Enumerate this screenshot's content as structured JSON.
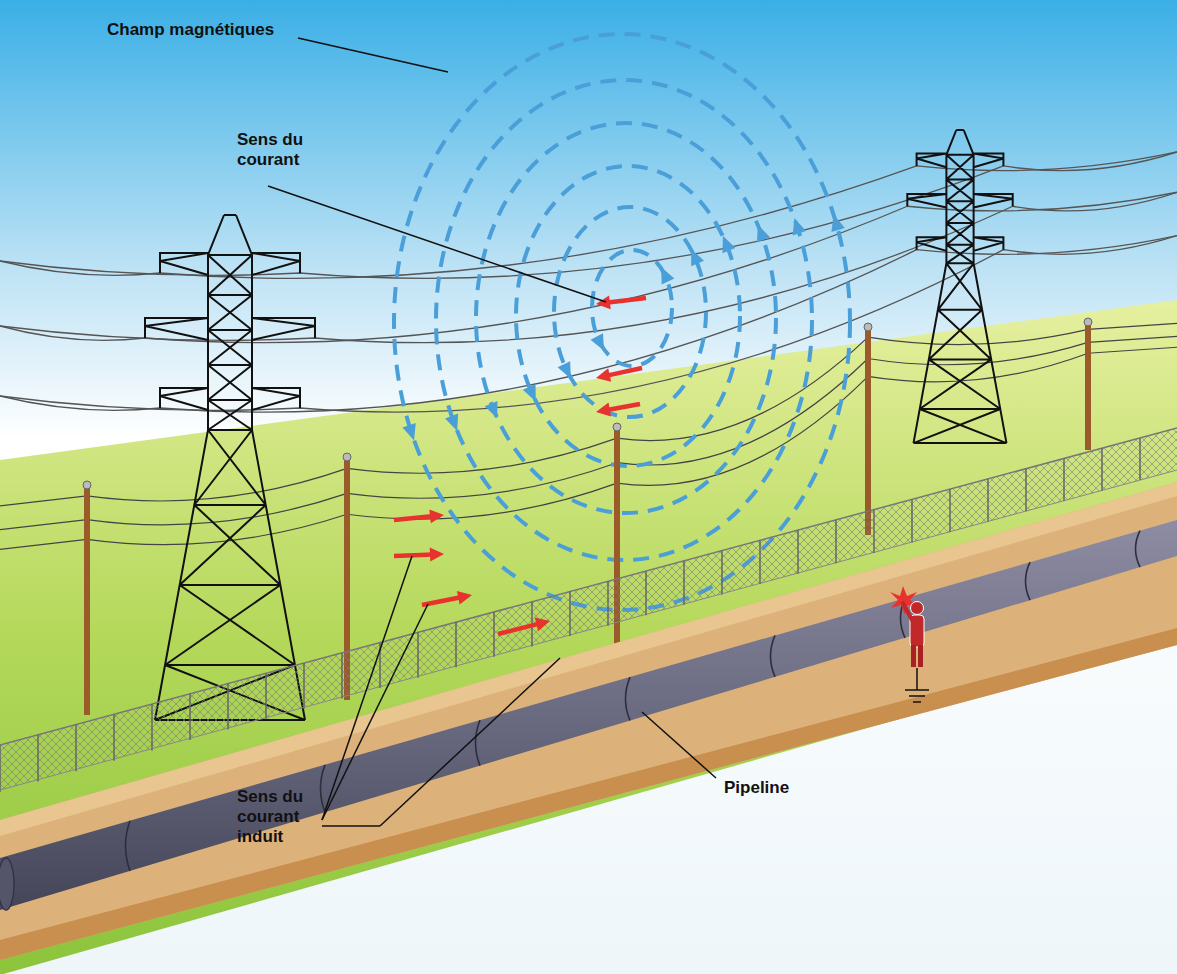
{
  "diagram": {
    "labels": [
      "Champ magnétiques",
      "Sens du courant",
      "Sens du courant induit",
      "Pipeline"
    ]
  }
}
